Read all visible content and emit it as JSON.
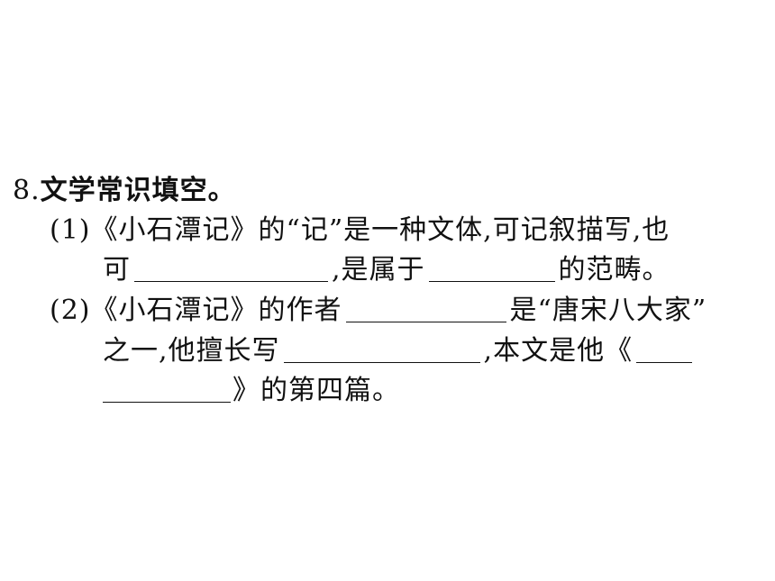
{
  "question": {
    "number": "8.",
    "title": "文学常识填空。"
  },
  "sub1": {
    "label": "(1)",
    "line1": "《小石潭记》的“记”是一种文体,可记叙描写,也",
    "line2_a": "可",
    "line2_b": ",是属于",
    "line2_c": "的范畴。"
  },
  "sub2": {
    "label": "(2)",
    "line1_a": "《小石潭记》的作者",
    "line1_b": "是“唐宋八大家”",
    "line2_a": "之一,他擅长写",
    "line2_b": ",本文是他《",
    "line3_a": "》的第四篇。"
  }
}
